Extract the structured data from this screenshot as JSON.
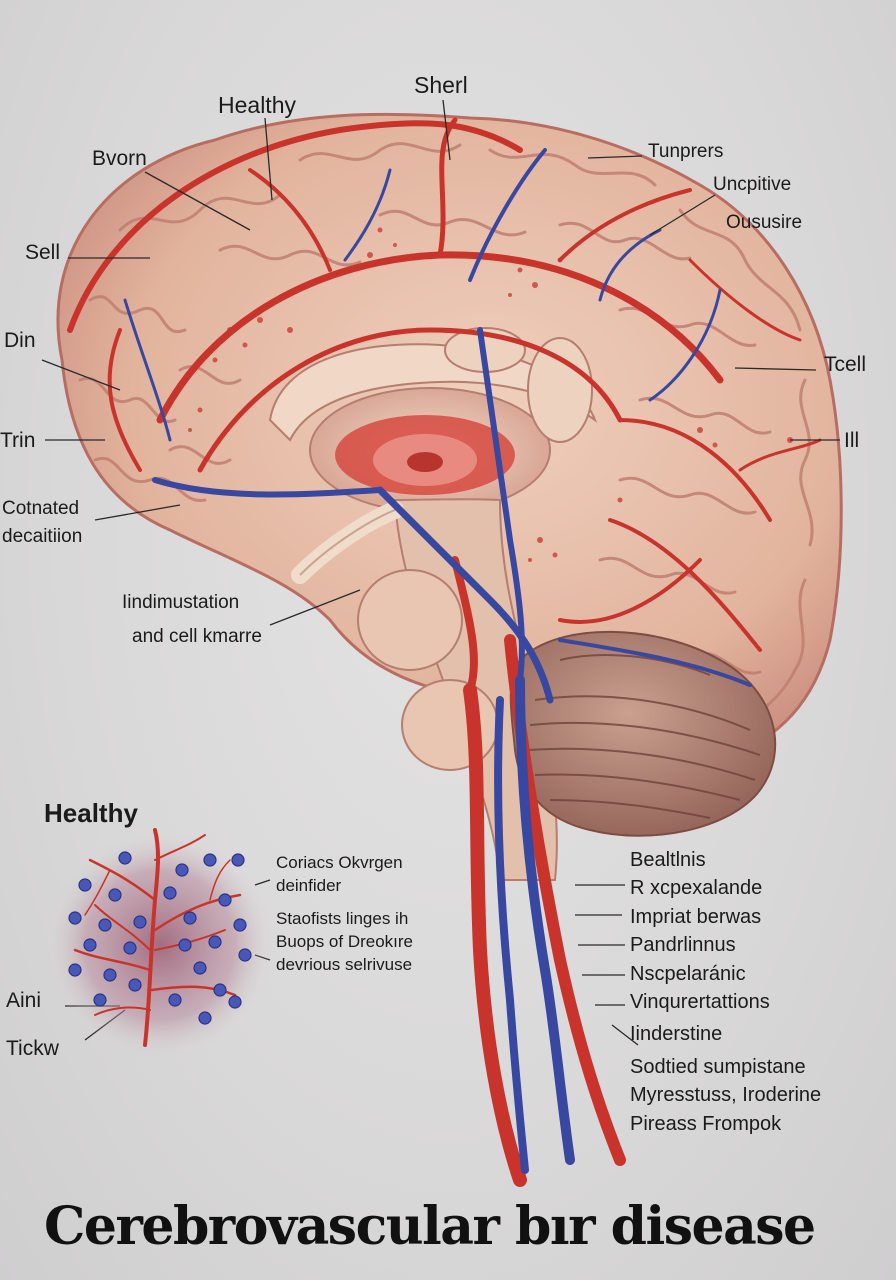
{
  "title": "Cerebrovascular bır disease",
  "labels_left": [
    "Bvorn",
    "Sell",
    "Din",
    "Trin",
    "Cotnated",
    "decaitiion"
  ],
  "labels_top": [
    "Healthy",
    "Sherl"
  ],
  "labels_right": [
    "Tunprers",
    "Uncpitive",
    "Oususire",
    "Tcell",
    "Ill"
  ],
  "center_caption": [
    "Iindimustation",
    "and cell kmarre"
  ],
  "inset": {
    "heading": "Healthy",
    "notes": [
      "Coriacs Okvrgen",
      "deinfider",
      "Stаofists linges ih",
      "Buops of Dreokıre",
      "devrious selrivuse"
    ],
    "labels": [
      "Aini",
      "Tickw"
    ]
  },
  "right_list": [
    "Bealtlnis",
    "R xcpexalande",
    "Impriat berwas",
    "Pandrlinnus",
    "Nscpelaránic",
    "Vinqurertattions",
    "Iinderstine",
    "Sodtied sumpistane",
    "Myresstuss, Iroderine",
    "Pireass Frompok"
  ],
  "colors": {
    "artery": "#c8342c",
    "vein": "#3848a0",
    "brain_tissue": "#e9c3ae",
    "background": "#dcdbdb"
  }
}
